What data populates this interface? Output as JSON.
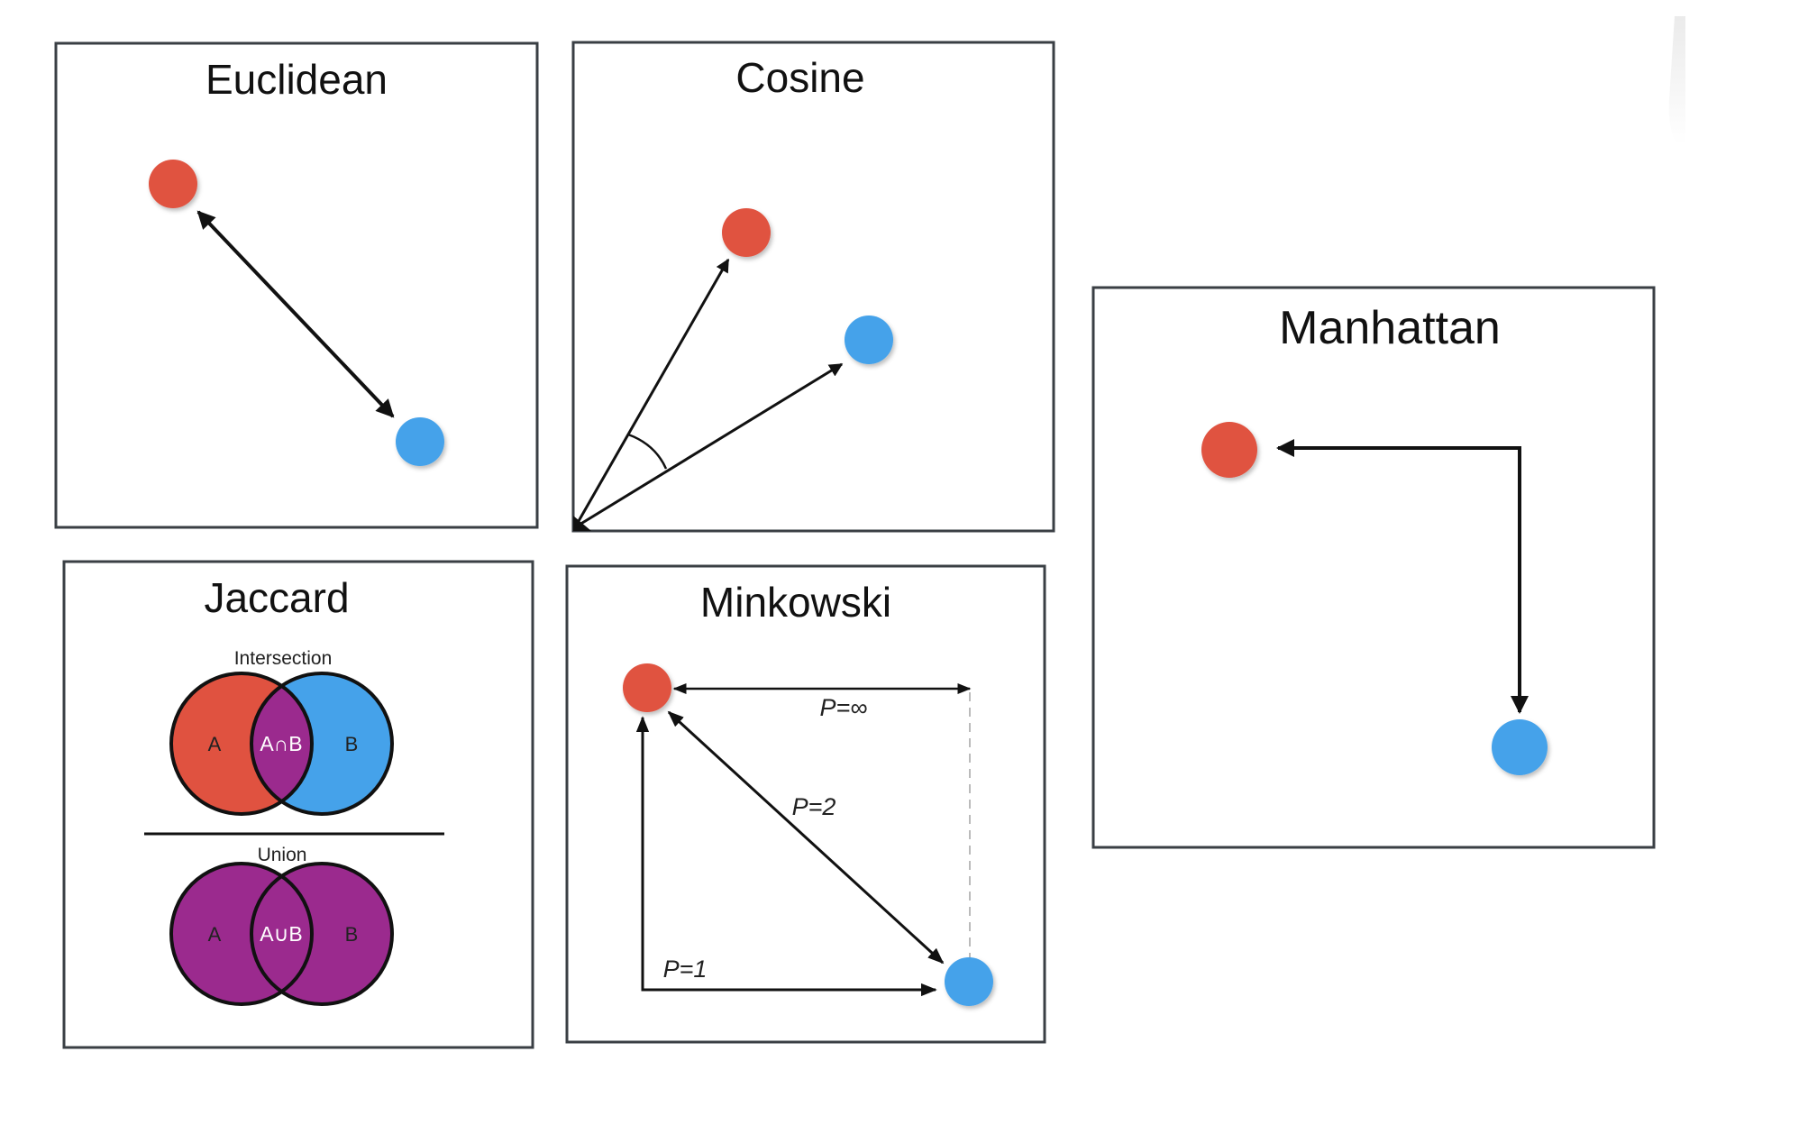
{
  "colors": {
    "point_a": "#e05240",
    "point_b": "#45a2ea",
    "set_a": "#e05240",
    "set_b": "#45a2ea",
    "intersection": "#9b2a8e",
    "union": "#9b2a8e",
    "frame": "#3a3f44",
    "arrow": "#111111",
    "dashed": "#bbbbbb"
  },
  "panels": {
    "euclidean": {
      "title": "Euclidean"
    },
    "cosine": {
      "title": "Cosine"
    },
    "manhattan": {
      "title": "Manhattan"
    },
    "jaccard": {
      "title": "Jaccard",
      "intersection_label": "Intersection",
      "union_label": "Union",
      "set_a": "A",
      "set_b": "B",
      "intersection_symbol": "A∩B",
      "union_symbol": "A∪B"
    },
    "minkowski": {
      "title": "Minkowski",
      "p_infinity": "P=∞",
      "p_two": "P=2",
      "p_one": "P=1"
    }
  }
}
